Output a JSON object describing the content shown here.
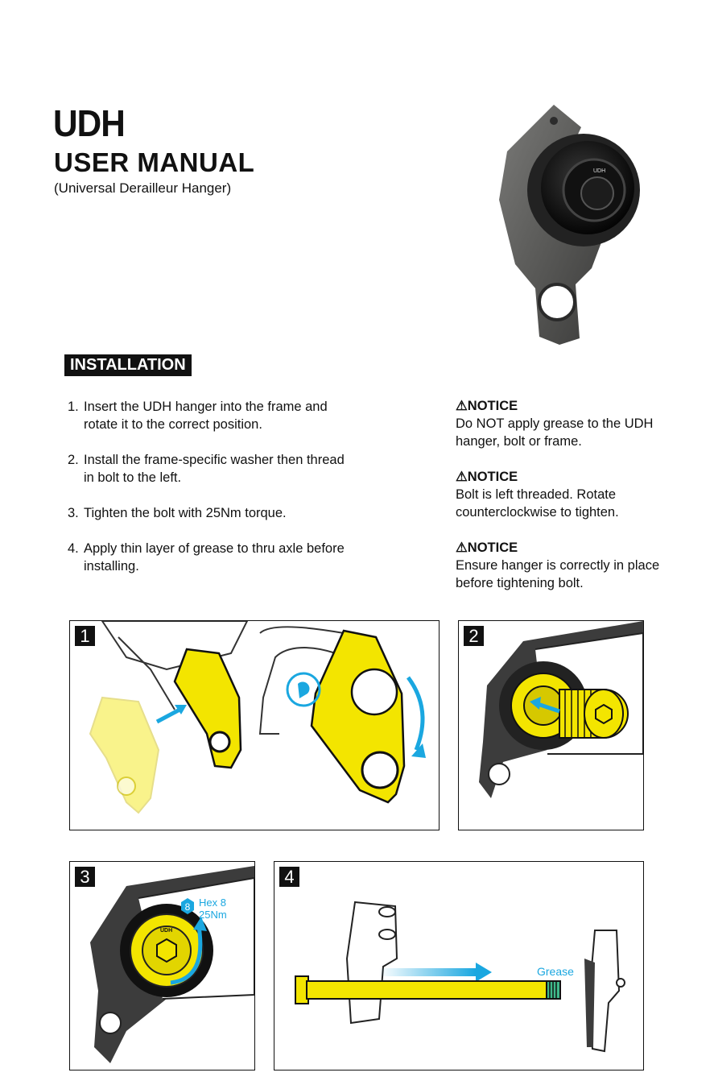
{
  "header": {
    "brand": "UDH",
    "title": "USER MANUAL",
    "subtitle": "(Universal Derailleur Hanger)"
  },
  "installation": {
    "label": "INSTALLATION",
    "steps": [
      {
        "num": "1.",
        "text": "Insert the UDH hanger into the frame and rotate it to the correct position."
      },
      {
        "num": "2.",
        "text": "Install the frame-specific washer then thread in bolt to the left."
      },
      {
        "num": "3.",
        "text": "Tighten the bolt with 25Nm torque."
      },
      {
        "num": "4.",
        "text": "Apply thin layer of grease to thru axle before installing."
      }
    ]
  },
  "notices": [
    {
      "head": "⚠NOTICE",
      "text": "Do NOT apply grease to the UDH hanger, bolt or frame."
    },
    {
      "head": "⚠NOTICE",
      "text": "Bolt is left threaded. Rotate counterclockwise to tighten."
    },
    {
      "head": "⚠NOTICE",
      "text": "Ensure hanger is correctly in place before tightening bolt."
    }
  ],
  "figures": {
    "p1": "1",
    "p2": "2",
    "p3": "3",
    "p4": "4",
    "tool_number": "8",
    "tool_line1": "Hex 8",
    "tool_line2": "25Nm",
    "grease_label": "Grease",
    "bolt_logo": "UDH"
  },
  "colors": {
    "yellow": "#f3e500",
    "cyan": "#1aa7e0",
    "dark": "#3c3c3c",
    "grease": "#3fb98a"
  }
}
